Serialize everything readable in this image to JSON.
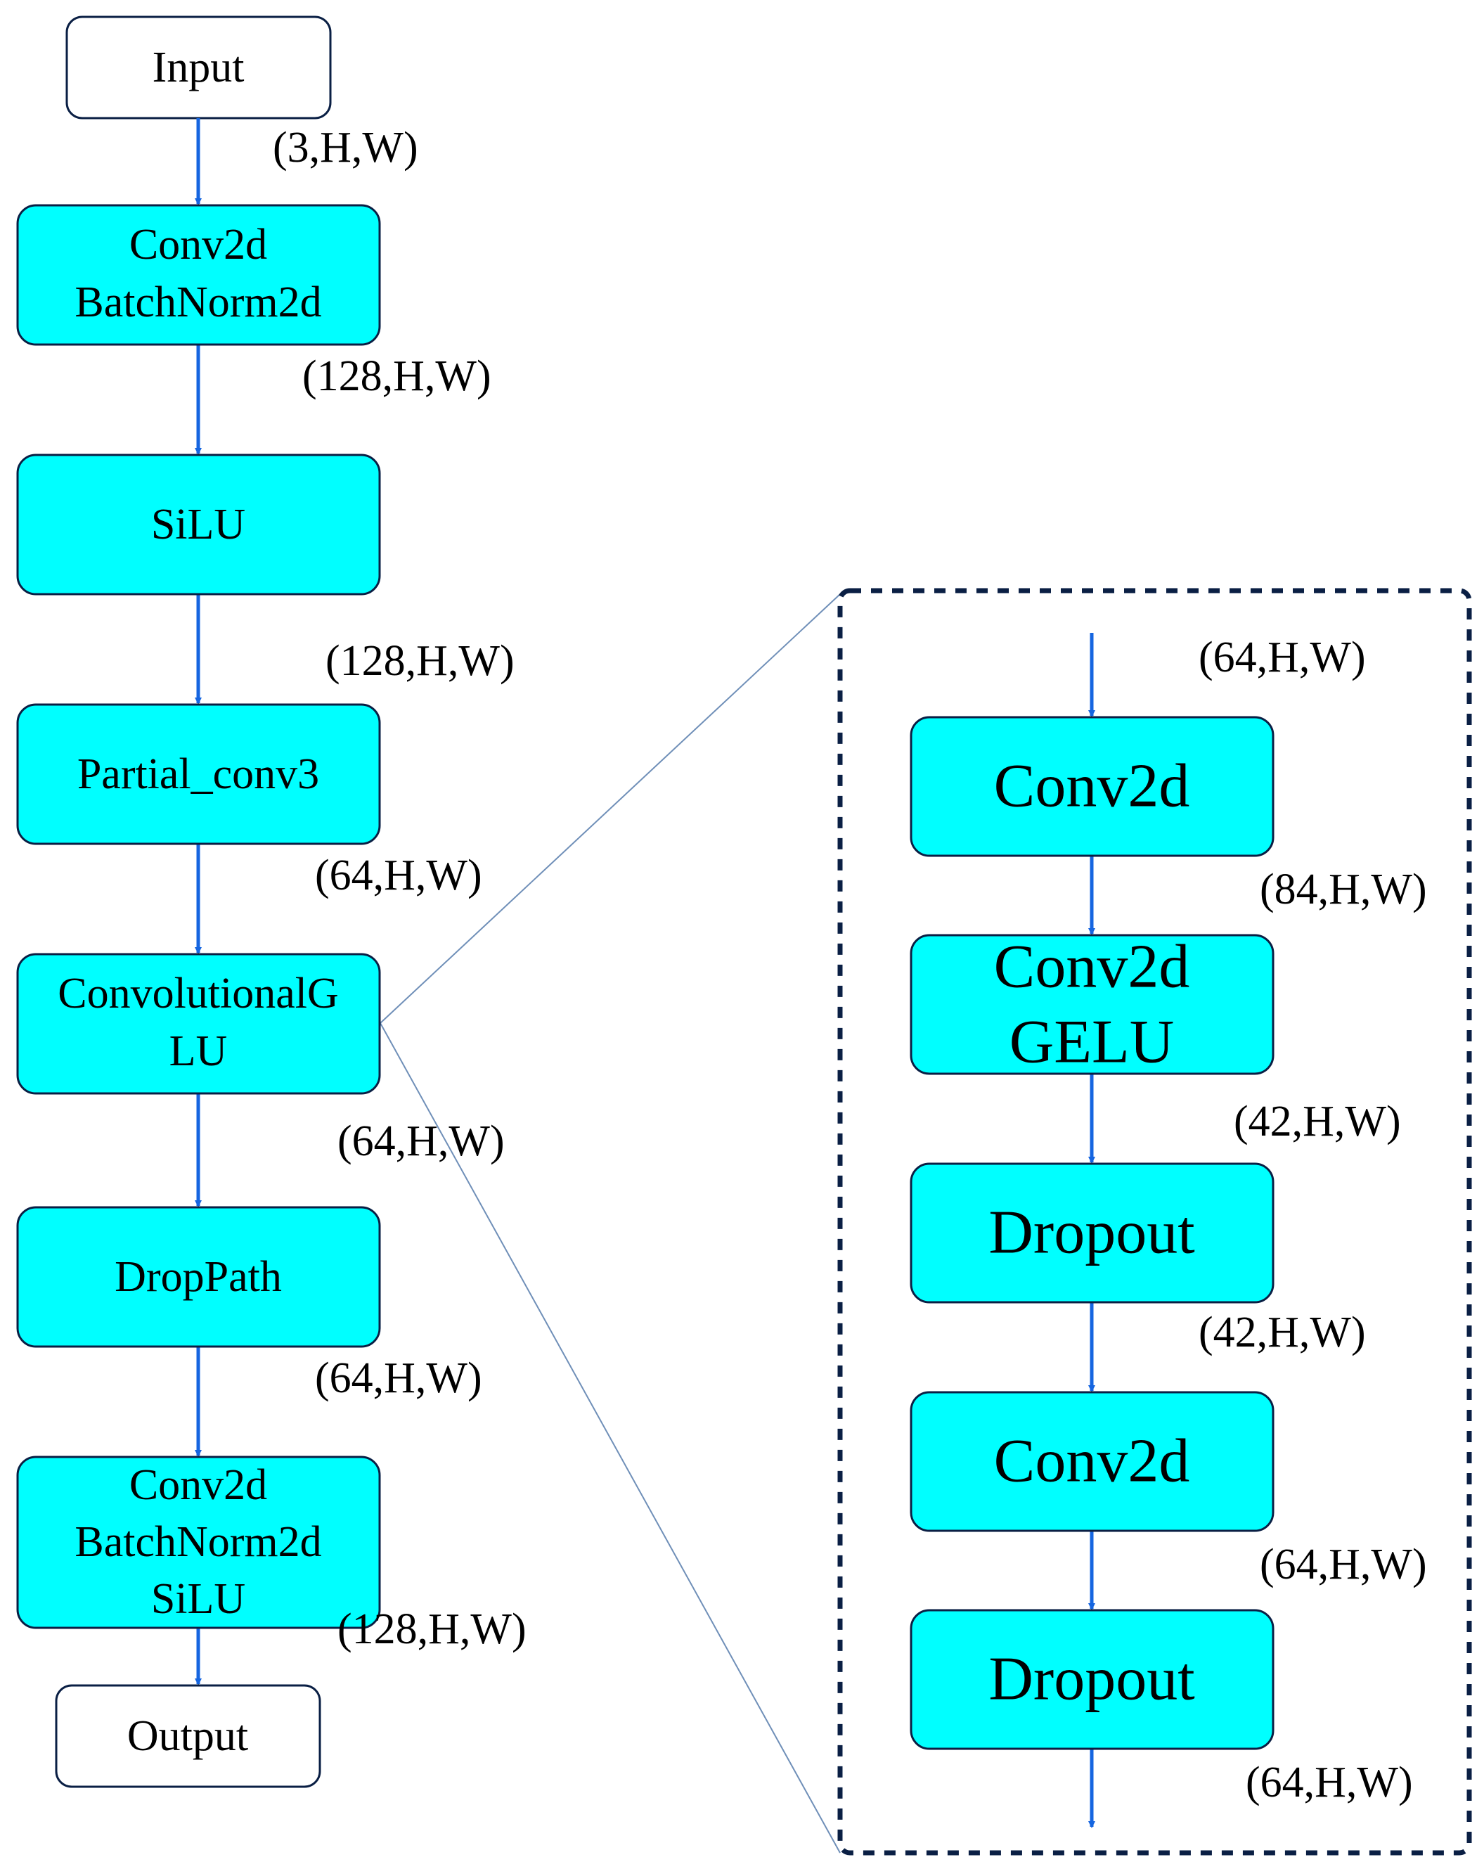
{
  "colors": {
    "box_fill": "#00ffff",
    "box_stroke": "#0a1f44",
    "arrow": "#1565e0",
    "zoom_line": "#6f8fb8",
    "dashed_border": "#0a1f44"
  },
  "main_flow": {
    "input": "Input",
    "output": "Output",
    "nodes": [
      {
        "lines": [
          "Conv2d",
          "BatchNorm2d"
        ]
      },
      {
        "lines": [
          "SiLU"
        ]
      },
      {
        "lines": [
          "Partial_conv3"
        ]
      },
      {
        "lines": [
          "ConvolutionalG",
          "LU"
        ]
      },
      {
        "lines": [
          "DropPath"
        ]
      },
      {
        "lines": [
          "Conv2d",
          "BatchNorm2d",
          "SiLU"
        ]
      }
    ],
    "shape_labels": [
      "(3,H,W)",
      "(128,H,W)",
      "(128,H,W)",
      "(64,H,W)",
      "(64,H,W)",
      "(64,H,W)",
      "(128,H,W)"
    ]
  },
  "detail_flow": {
    "nodes": [
      {
        "lines": [
          "Conv2d"
        ]
      },
      {
        "lines": [
          "Conv2d",
          "GELU"
        ]
      },
      {
        "lines": [
          "Dropout"
        ]
      },
      {
        "lines": [
          "Conv2d"
        ]
      },
      {
        "lines": [
          "Dropout"
        ]
      }
    ],
    "shape_labels": [
      "(64,H,W)",
      "(84,H,W)",
      "(42,H,W)",
      "(42,H,W)",
      "(64,H,W)",
      "(64,H,W)"
    ]
  }
}
